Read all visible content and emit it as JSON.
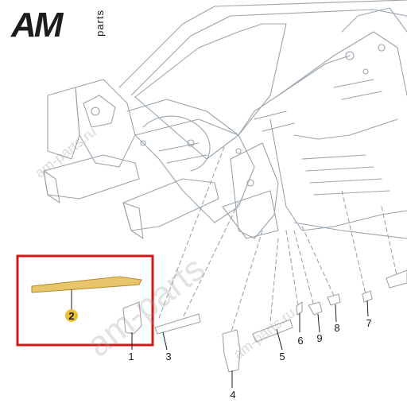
{
  "logo": {
    "main_text": "AM",
    "sub_text": "parts"
  },
  "watermarks": {
    "small_top": "am-parts.ru",
    "large_center": "am-parts",
    "small_bottom": "am-parts.ru"
  },
  "callouts": [
    {
      "id": "1",
      "label": "1"
    },
    {
      "id": "2",
      "label": "2"
    },
    {
      "id": "3",
      "label": "3"
    },
    {
      "id": "4",
      "label": "4"
    },
    {
      "id": "5",
      "label": "5"
    },
    {
      "id": "6",
      "label": "6"
    },
    {
      "id": "7",
      "label": "7"
    },
    {
      "id": "8",
      "label": "8"
    },
    {
      "id": "9",
      "label": "9"
    }
  ],
  "colors": {
    "line": "#9aa4ad",
    "highlight_box": "#d01818",
    "highlight_part": "#e8c56a",
    "callout_bubble": "#e8c030",
    "text": "#1c1c1c"
  }
}
